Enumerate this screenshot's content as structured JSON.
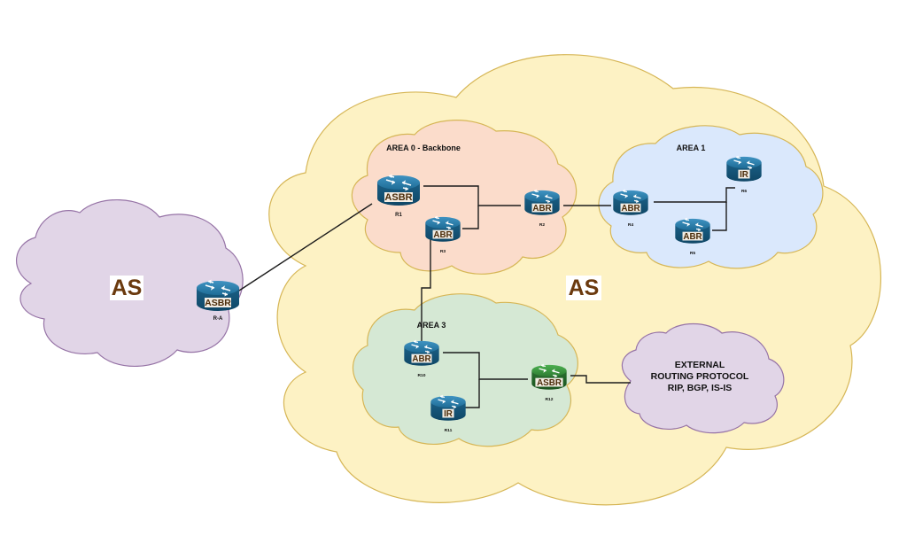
{
  "colors": {
    "as_main_fill": "#fdf2c4",
    "as_main_stroke": "#d6b656",
    "area0_fill": "#fbdccb",
    "area0_stroke": "#d6b656",
    "area1_fill": "#dae8fc",
    "area1_stroke": "#d6b656",
    "area3_fill": "#d5e8d4",
    "area3_stroke": "#d6b656",
    "external_fill": "#e1d5e7",
    "external_stroke": "#9673a6",
    "router_blue": "#1f6d97",
    "router_green": "#2e7d32",
    "label_bg": "#ffffff"
  },
  "clouds": {
    "as_main": {
      "label": "AS"
    },
    "as_left": {
      "label": "AS"
    },
    "area0": {
      "label": "AREA 0 - Backbone"
    },
    "area1": {
      "label": "AREA 1"
    },
    "area3": {
      "label": "AREA 3"
    },
    "external": {
      "line1": "EXTERNAL",
      "line2": "ROUTING PROTOCOL",
      "line3": "RIP, BGP, IS-IS"
    }
  },
  "routers": {
    "ra": {
      "name": "R-A",
      "role": "ASBR",
      "icon": "router-icon"
    },
    "r1": {
      "name": "R1",
      "role": "ASBR",
      "icon": "router-icon"
    },
    "r2": {
      "name": "R2",
      "role": "ABR",
      "icon": "router-icon"
    },
    "r3": {
      "name": "R3",
      "role": "ABR",
      "icon": "router-icon"
    },
    "r4": {
      "name": "R4",
      "role": "ABR",
      "icon": "router-icon"
    },
    "r5": {
      "name": "R5",
      "role": "ABR",
      "icon": "router-icon"
    },
    "r6": {
      "name": "R6",
      "role": "IR",
      "icon": "router-icon"
    },
    "r10": {
      "name": "R10",
      "role": "ABR",
      "icon": "router-icon"
    },
    "r11": {
      "name": "R11",
      "role": "IR",
      "icon": "router-icon"
    },
    "r12": {
      "name": "R12",
      "role": "ASBR",
      "icon": "router-icon"
    }
  }
}
